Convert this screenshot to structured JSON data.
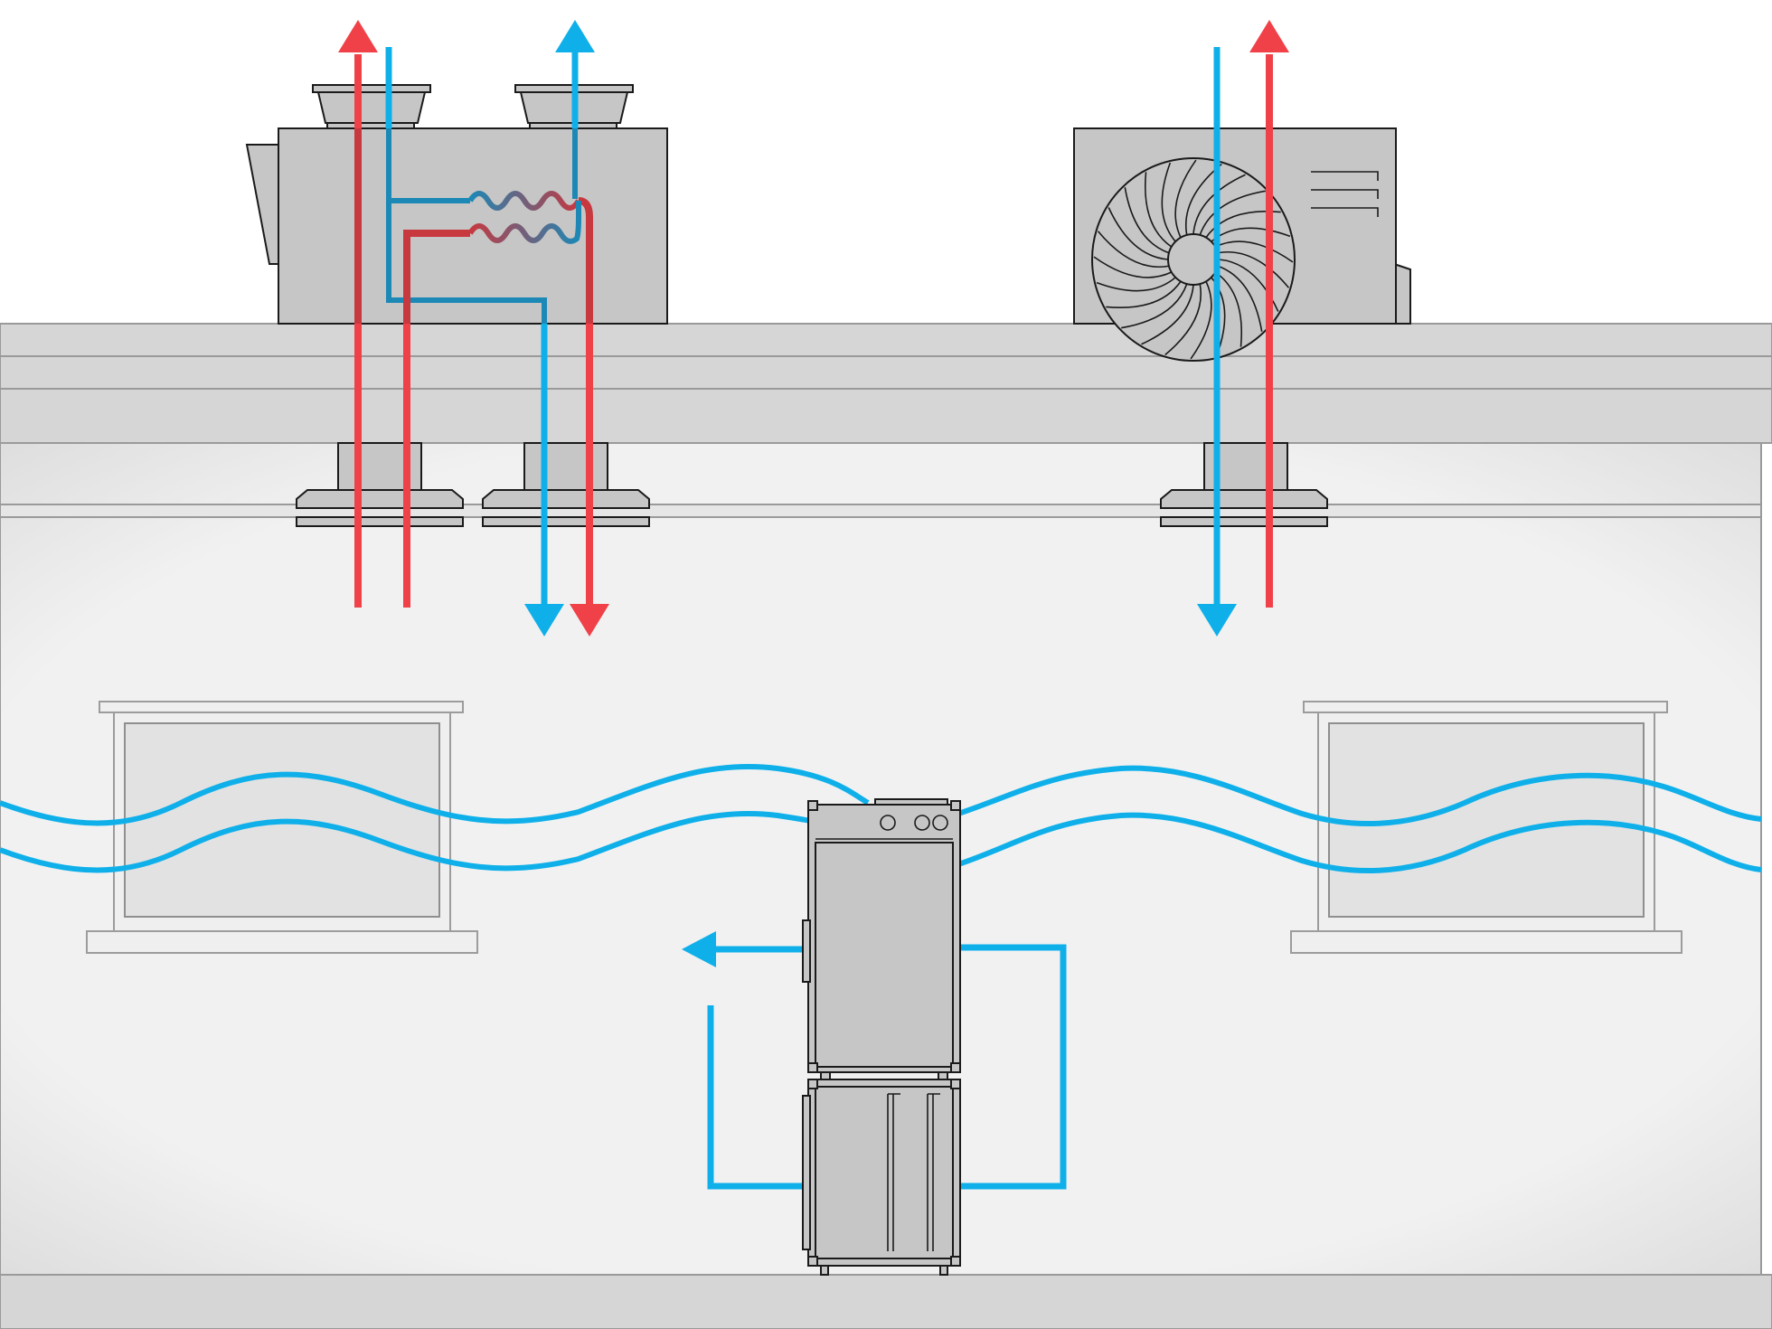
{
  "diagram": {
    "description_visible_text": "",
    "colors": {
      "hot_air": "#f04148",
      "cold_air": "#0fb0ea",
      "equipment": "#c6c6c6",
      "building_slab": "#d6d6d6",
      "room": "#f1f1f1",
      "outline": "#1a1a1a"
    },
    "components": [
      "rooftop-heat-exchanger-unit",
      "rooftop-condenser-fan-unit",
      "roof-slab",
      "ceiling-diffusers",
      "left-window",
      "right-window",
      "indoor-air-handling-unit",
      "airflow-waves",
      "supply-return-loop"
    ]
  }
}
